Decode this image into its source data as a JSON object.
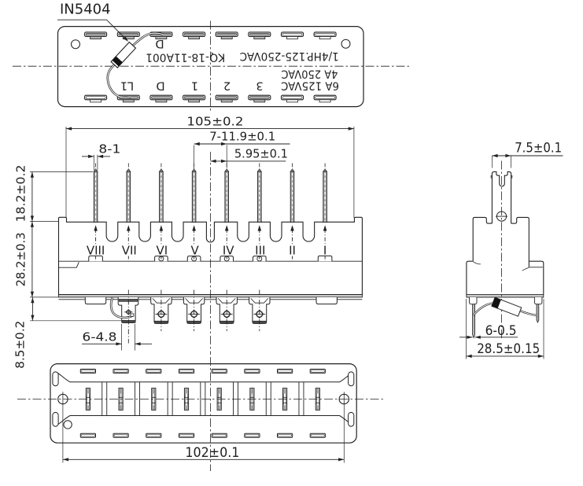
{
  "drawing": {
    "type": "engineering-diagram",
    "component": "8-position terminal block switch with diode",
    "diode_label": "IN5404",
    "markings": {
      "model": "KQ-18-11A001",
      "rating_hp": "1/4HP.125-250VAC",
      "rating_250": "4A 250VAC",
      "rating_125": "6A 125VAC",
      "terminal_top_d": "D",
      "terminals_bottom": [
        "L1",
        "D",
        "1",
        "2",
        "3"
      ]
    },
    "pin_labels": [
      "VIII",
      "VII",
      "VI",
      "V",
      "IV",
      "III",
      "II",
      "I"
    ],
    "dimensions": {
      "overall_width": "105±0.2",
      "pin_pitch": "7-11.9±0.1",
      "half_pitch": "5.95±0.1",
      "pin_width": "8-1",
      "pin_height": "18.2±0.2",
      "body_height": "28.2±0.3",
      "terminal_depth": "8.5±0.2",
      "terminal_width": "6-4.8",
      "hole_spacing": "102±0.1",
      "blade_width": "7.5±0.1",
      "leg_thickness": "6-0.5",
      "side_width": "28.5±0.15"
    },
    "colors": {
      "line": "#222222",
      "gray_fill": "#a8a8a8",
      "dark_fill": "#3a3a3a"
    }
  }
}
